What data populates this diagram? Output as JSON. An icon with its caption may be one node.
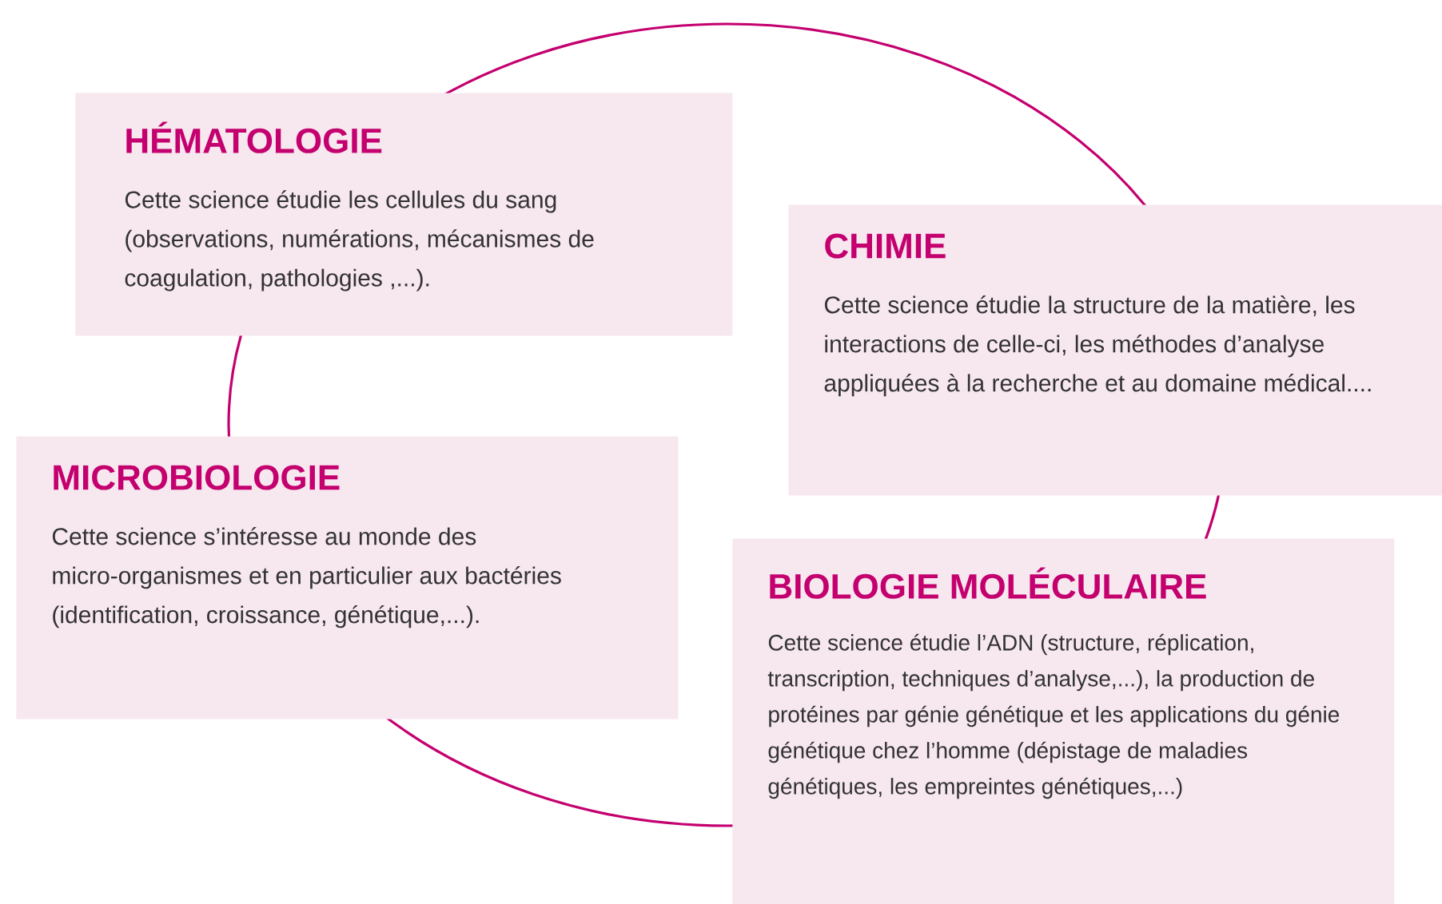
{
  "diagram": {
    "nodes": [
      {
        "text": [
          "HÉMATOLOGIE",
          "Cette science étudie les cellules du sang (observations, numérations, mécanismes de coagulation, pathologies ,...)."
        ]
      },
      {
        "text": [
          "CHIMIE",
          "Cette science étudie la structure de la matière, les interactions de celle-ci, les méthodes d’analyse appliquées à la recherche et au domaine médical...."
        ]
      },
      {
        "text": [
          "MICROBIOLOGIE",
          "Cette science s’intéresse au monde des micro-organismes et en particulier aux bactéries (identification, croissance, génétique,...)."
        ]
      },
      {
        "text": [
          "BIOLOGIE MOLÉCULAIRE",
          "Cette science étudie l’ADN (structure, réplication, transcription, techniques d’analyse,...), la production de protéines par génie génétique et les applications du génie génétique chez l’homme (dépistage de maladies génétiques, les empreintes génétiques,...)"
        ]
      }
    ]
  }
}
